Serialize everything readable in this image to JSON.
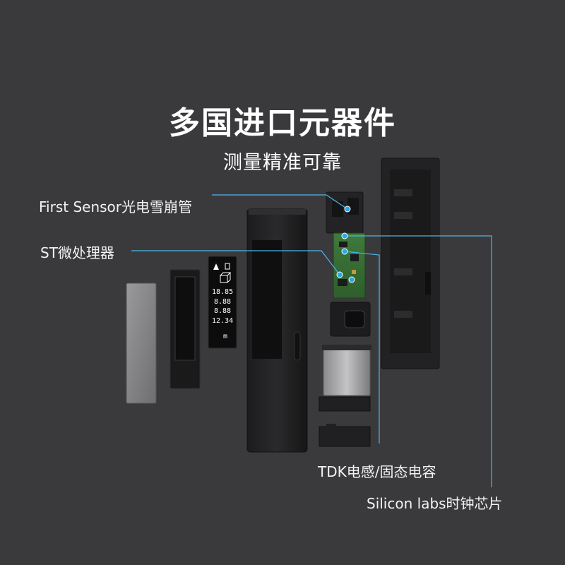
{
  "headline": {
    "title": "多国进口元器件",
    "subtitle": "测量精准可靠"
  },
  "callouts": {
    "first_sensor": "First Sensor光电雪崩管",
    "st": "ST微处理器",
    "tdk": "TDK电感/固态电容",
    "silicon_labs": "Silicon labs时钟芯片"
  },
  "display_readings": [
    "18.85",
    "8.88",
    "8.88",
    "12.34"
  ],
  "display_unit": "m",
  "colors": {
    "background": "#3a3a3c",
    "callout_line": "#4fb3e8",
    "callout_dot": "#2aa7e8",
    "text": "#ffffff"
  }
}
